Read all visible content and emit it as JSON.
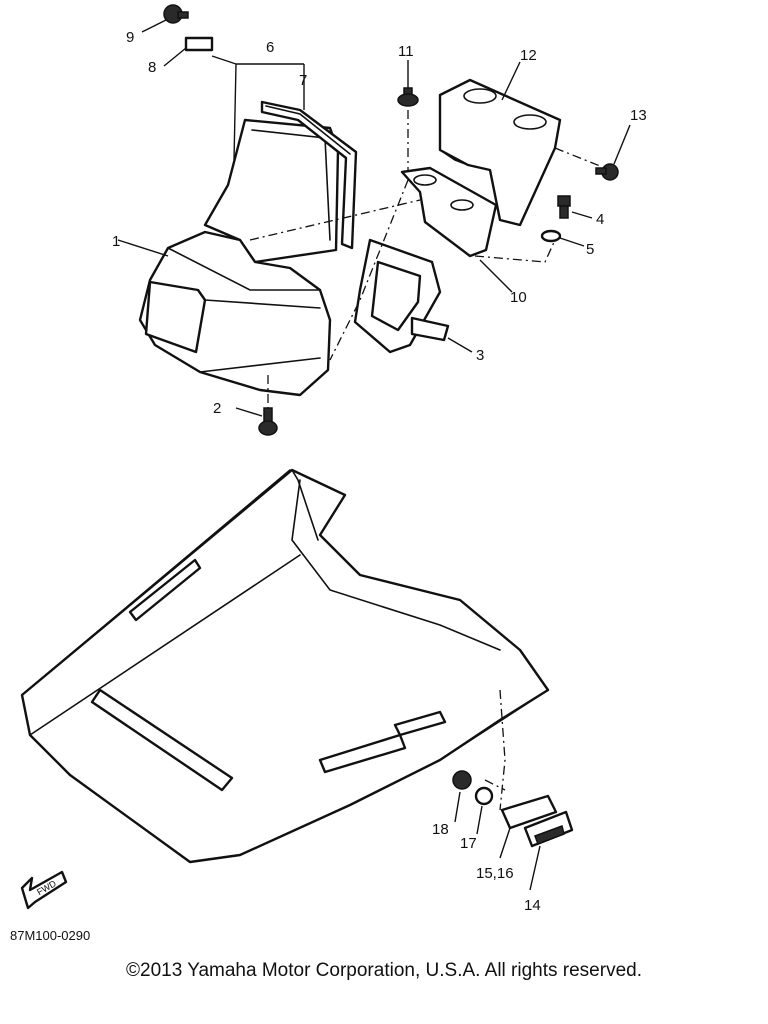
{
  "callouts": {
    "p1": "1",
    "p2": "2",
    "p3": "3",
    "p4": "4",
    "p5": "5",
    "p6": "6",
    "p7": "7",
    "p8": "8",
    "p9": "9",
    "p10": "10",
    "p11": "11",
    "p12": "12",
    "p13": "13",
    "p14": "14",
    "p15_16": "15,16",
    "p17": "17",
    "p18": "18"
  },
  "fwd_label": "FWD",
  "ref_code": "87M100-0290",
  "copyright": "©2013 Yamaha Motor Corporation, U.S.A. All rights reserved."
}
